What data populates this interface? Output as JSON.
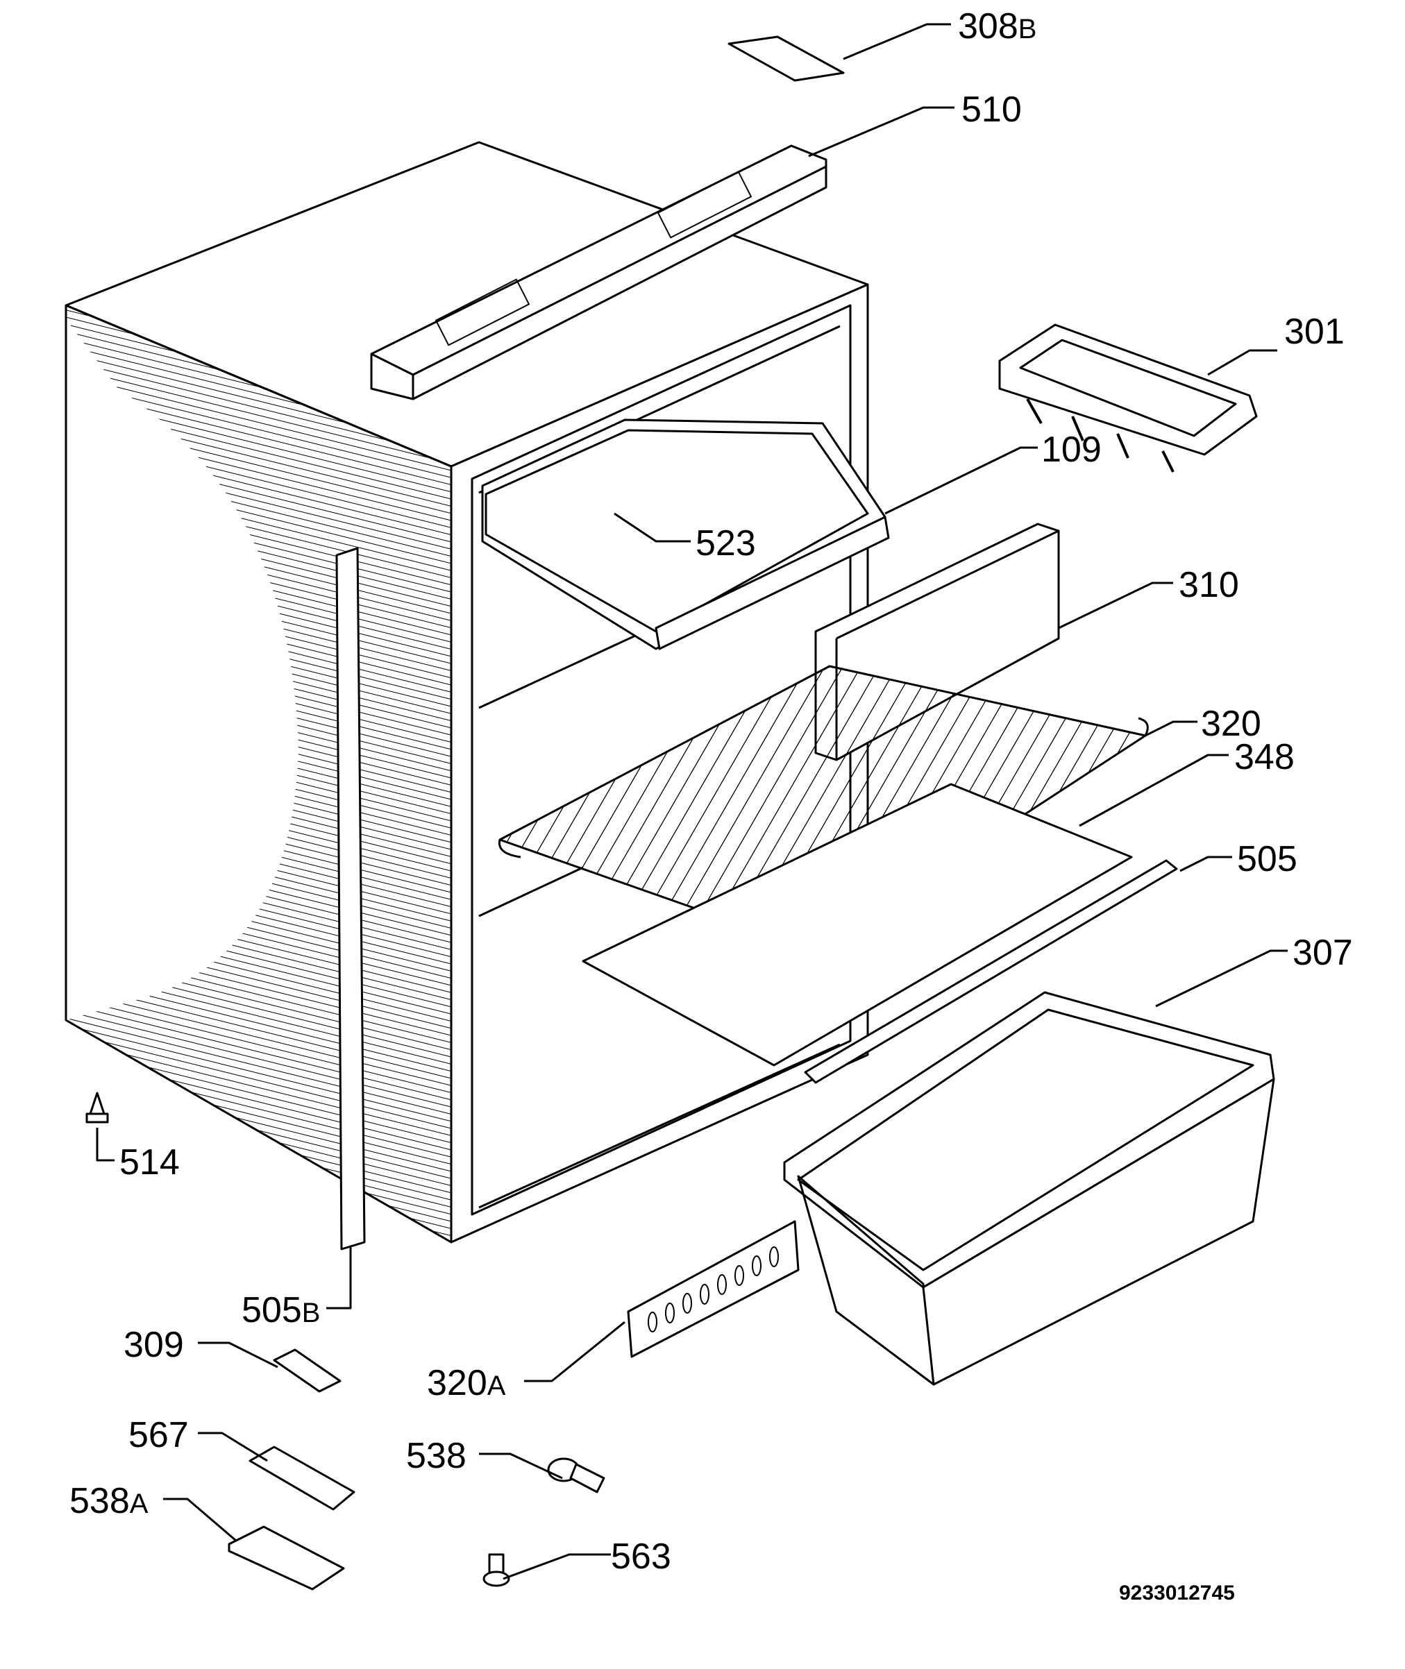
{
  "diagram": {
    "labels": [
      {
        "main": "308",
        "suffix": "B"
      },
      {
        "main": "510",
        "suffix": ""
      },
      {
        "main": "301",
        "suffix": ""
      },
      {
        "main": "109",
        "suffix": ""
      },
      {
        "main": "523",
        "suffix": ""
      },
      {
        "main": "310",
        "suffix": ""
      },
      {
        "main": "320",
        "suffix": ""
      },
      {
        "main": "348",
        "suffix": ""
      },
      {
        "main": "505",
        "suffix": ""
      },
      {
        "main": "307",
        "suffix": ""
      },
      {
        "main": "514",
        "suffix": ""
      },
      {
        "main": "505",
        "suffix": "B"
      },
      {
        "main": "309",
        "suffix": ""
      },
      {
        "main": "320",
        "suffix": "A"
      },
      {
        "main": "567",
        "suffix": ""
      },
      {
        "main": "538",
        "suffix": ""
      },
      {
        "main": "538",
        "suffix": "A"
      },
      {
        "main": "563",
        "suffix": ""
      }
    ],
    "reference_number": "9233012745",
    "colors": {
      "line": "#000000",
      "background": "#ffffff"
    }
  }
}
